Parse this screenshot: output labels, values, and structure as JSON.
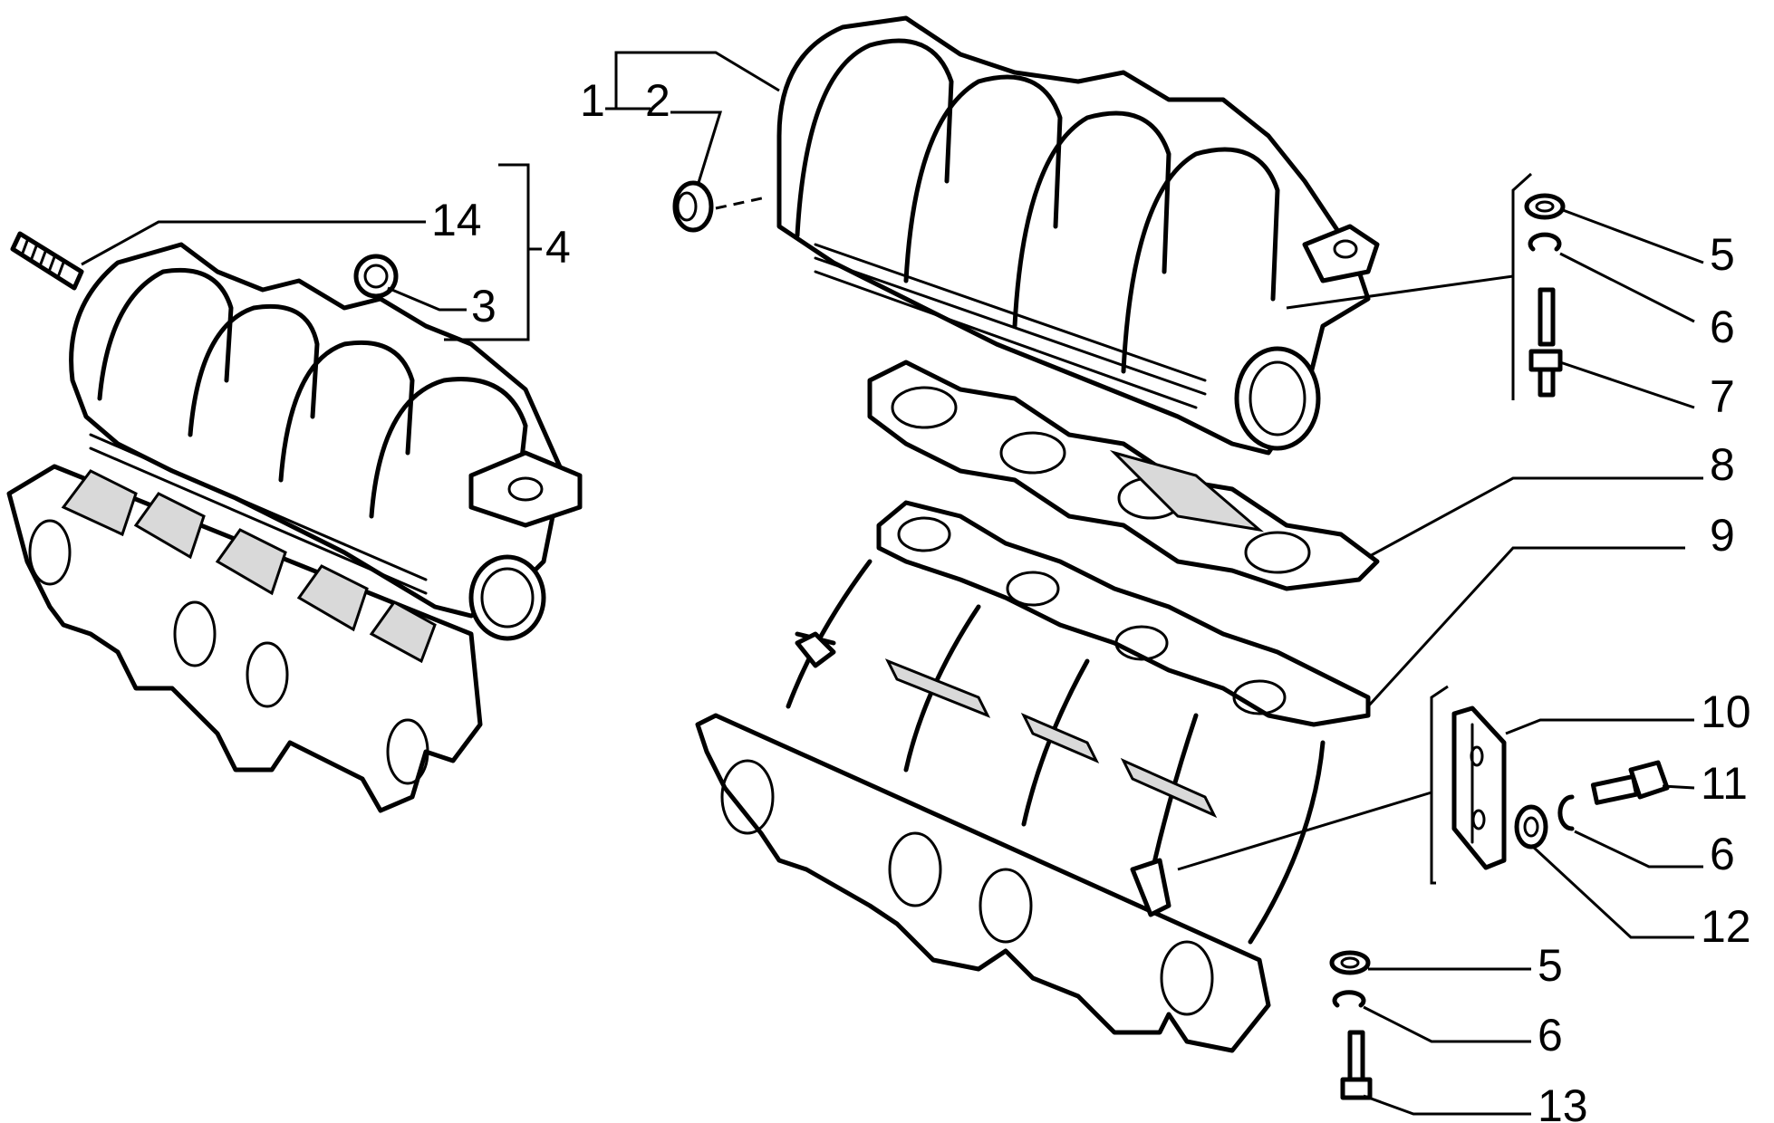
{
  "callouts": [
    {
      "id": "c1",
      "label": "1"
    },
    {
      "id": "c2",
      "label": "2"
    },
    {
      "id": "c3",
      "label": "3"
    },
    {
      "id": "c4",
      "label": "4"
    },
    {
      "id": "c5a",
      "label": "5"
    },
    {
      "id": "c5b",
      "label": "5"
    },
    {
      "id": "c6a",
      "label": "6"
    },
    {
      "id": "c6b",
      "label": "6"
    },
    {
      "id": "c6c",
      "label": "6"
    },
    {
      "id": "c7",
      "label": "7"
    },
    {
      "id": "c8",
      "label": "8"
    },
    {
      "id": "c9",
      "label": "9"
    },
    {
      "id": "c10",
      "label": "10"
    },
    {
      "id": "c11",
      "label": "11"
    },
    {
      "id": "c12",
      "label": "12"
    },
    {
      "id": "c13",
      "label": "13"
    },
    {
      "id": "c14",
      "label": "14"
    }
  ]
}
